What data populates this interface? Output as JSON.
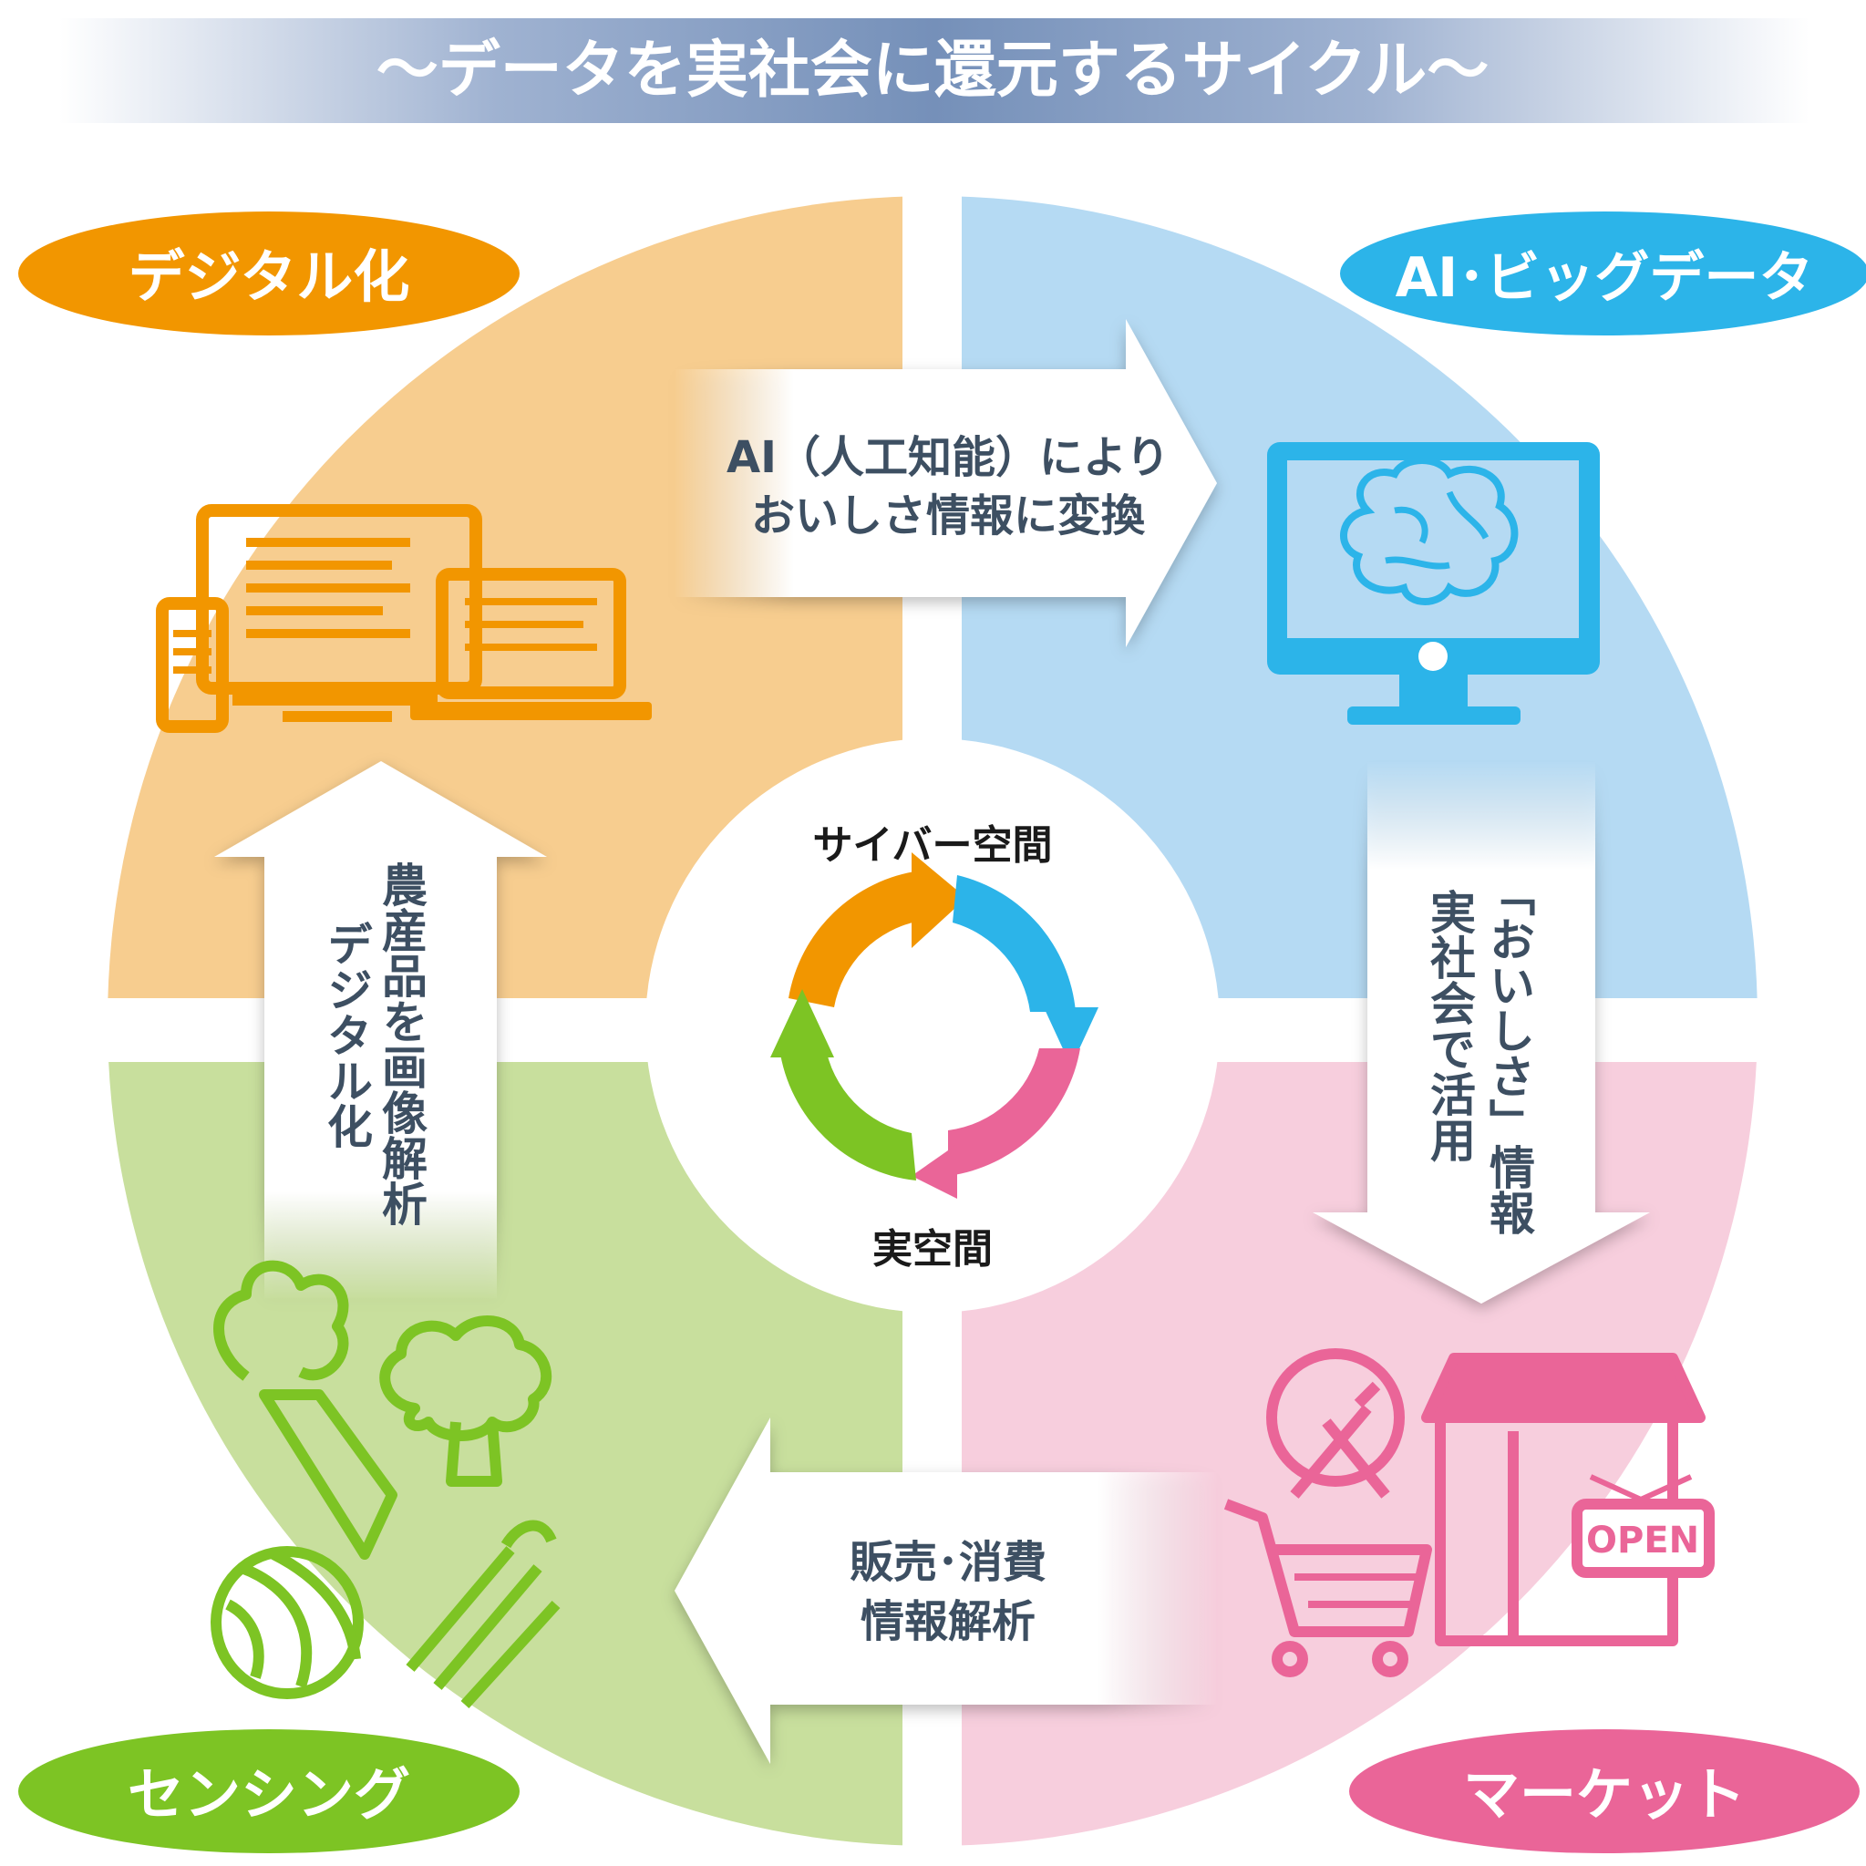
{
  "title": "〜データを実社会に還元するサイクル〜",
  "quadrants": {
    "top_left": {
      "label": "デジタル化",
      "color": "#f29600",
      "bg": "#f7cd8f"
    },
    "top_right": {
      "label": "AI･ビッグデータ",
      "color": "#2cb4e9",
      "bg": "#b5daf3"
    },
    "bottom_left": {
      "label": "センシング",
      "color": "#7dc424",
      "bg": "#c8df9d"
    },
    "bottom_right": {
      "label": "マーケット",
      "color": "#ea6598",
      "bg": "#f7cedd"
    }
  },
  "arrows": {
    "top": {
      "line1": "AI（人工知能）により",
      "line2": "おいしさ情報に変換"
    },
    "right": {
      "line1": "「おいしさ」情報",
      "line2": "実社会で活用"
    },
    "bottom": {
      "line1": "販売･消費",
      "line2": "情報解析"
    },
    "left": {
      "line1": "農産品を画像解析",
      "line2": "デジタル化"
    }
  },
  "center": {
    "top_label": "サイバー空間",
    "bottom_label": "実空間"
  },
  "icons": {
    "devices": "devices-icon",
    "monitor_brain": "monitor-brain-icon",
    "vegetables": "vegetables-icon",
    "market": "market-icon",
    "open_sign": "OPEN"
  },
  "colors": {
    "title_bar": "#7e97bd",
    "arrow_text": "#3d4f62"
  }
}
